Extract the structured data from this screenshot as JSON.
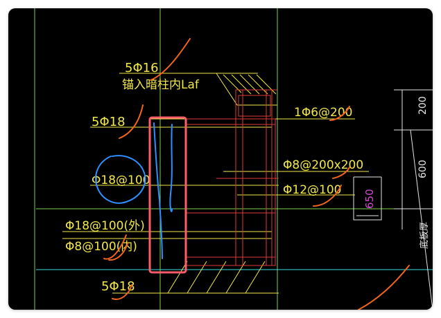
{
  "colors": {
    "background": "#000000",
    "frame": "#ffffff",
    "grid_green": "#7cd44e",
    "guide_cyan": "#38e0e0",
    "rebar_yellow": "#f2e84a",
    "section_red": "#e03a3a",
    "dim_white": "#e6e6e6",
    "dim_magenta": "#d24bd2",
    "markup_orange": "#f0641e",
    "markup_blue": "#2f8fff",
    "highlight_pink": "#ff5c6c"
  },
  "labels": {
    "l1": "5Φ16",
    "l2": "锚入暗柱内Laf",
    "l3": "5Φ18",
    "l4": "1Φ6@200",
    "l5": "Φ8@200x200",
    "l6": "Φ18@100",
    "l7": "Φ12@100",
    "l8": "Φ18@100(外)",
    "l9": "Φ8@100(内)",
    "l10": "5Φ18",
    "dim_top": "200",
    "dim_mid": "600",
    "dim_box": "650",
    "side_text": "底板厚"
  }
}
